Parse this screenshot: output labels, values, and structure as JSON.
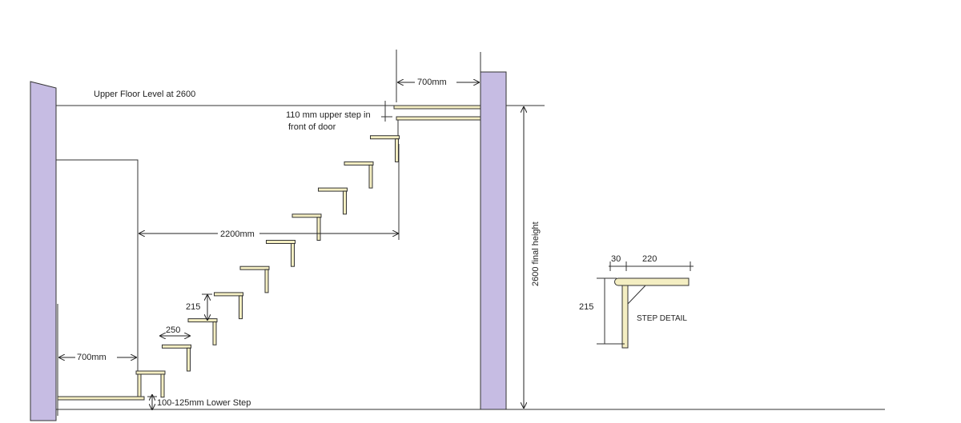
{
  "labels": {
    "upper_floor": "Upper Floor Level at 2600",
    "top_width": "700mm",
    "upper_step_line1": "110 mm upper step in",
    "upper_step_line2": "front of door",
    "run": "2200mm",
    "rise": "215",
    "tread": "250",
    "bottom_width": "700mm",
    "lower_step": "100-125mm Lower Step",
    "final_height": "2600 final height",
    "detail_nosing": "30",
    "detail_tread": "220",
    "detail_rise": "215",
    "detail_title": "STEP DETAIL"
  },
  "colors": {
    "wall": "#c6bce3",
    "step": "#f4eec2",
    "line": "#222222"
  }
}
